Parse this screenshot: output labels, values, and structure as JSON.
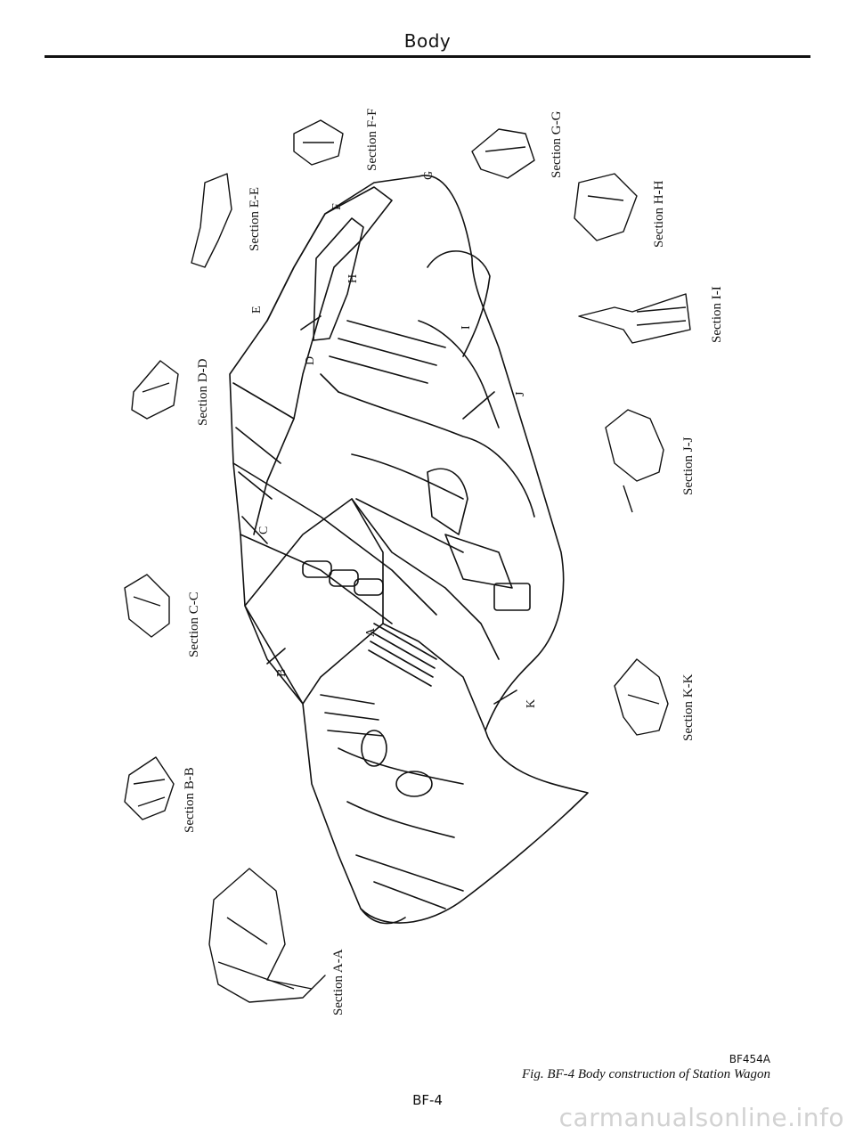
{
  "header": {
    "title": "Body"
  },
  "sections": [
    {
      "id": "a",
      "label": "Section A-A"
    },
    {
      "id": "b",
      "label": "Section B-B"
    },
    {
      "id": "c",
      "label": "Section C-C"
    },
    {
      "id": "d",
      "label": "Section D-D"
    },
    {
      "id": "e",
      "label": "Section E-E"
    },
    {
      "id": "f",
      "label": "Section F-F"
    },
    {
      "id": "g",
      "label": "Section G-G"
    },
    {
      "id": "h",
      "label": "Section H-H"
    },
    {
      "id": "i",
      "label": "Section I-I"
    },
    {
      "id": "j",
      "label": "Section J-J"
    },
    {
      "id": "k",
      "label": "Section K-K"
    }
  ],
  "markers": [
    "A",
    "B",
    "C",
    "D",
    "E",
    "F",
    "G",
    "H",
    "I",
    "J",
    "K"
  ],
  "figure": {
    "code": "BF454A",
    "caption": "Fig. BF-4 Body construction of Station Wagon"
  },
  "footer": {
    "page_number": "BF-4",
    "watermark": "carmanualsonline.info"
  }
}
